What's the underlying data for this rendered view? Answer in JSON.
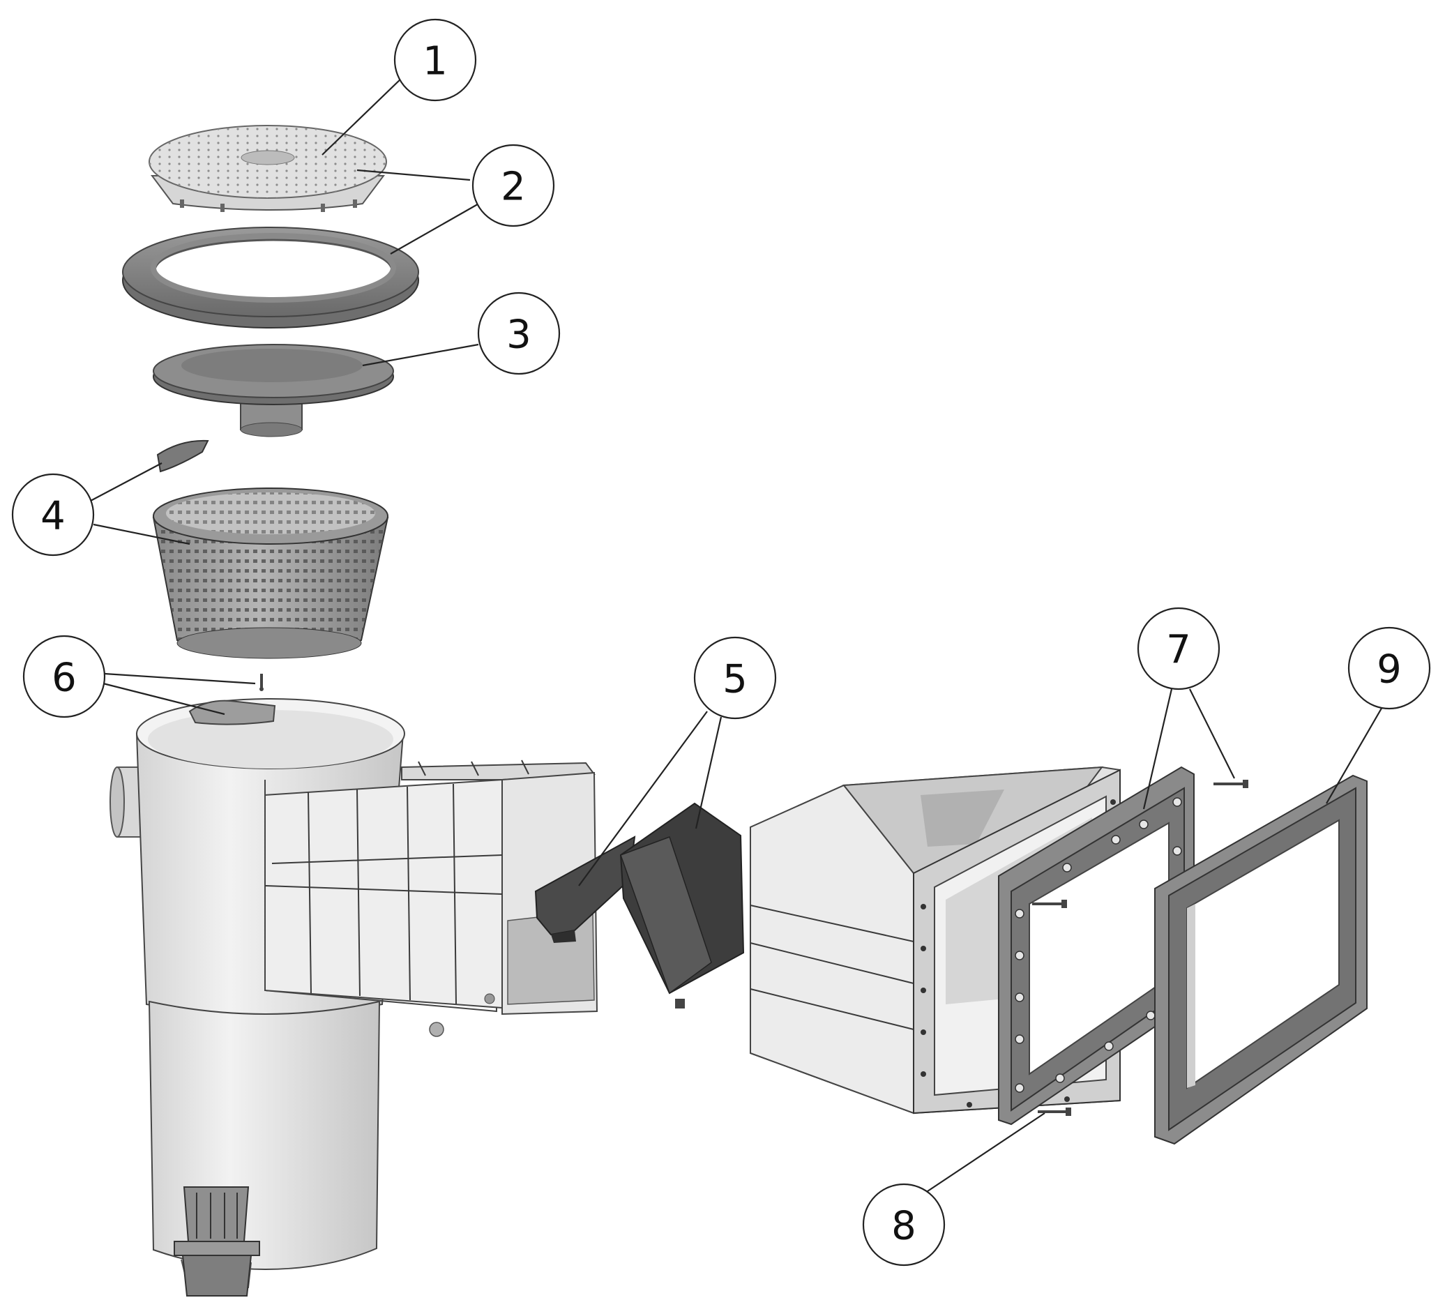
{
  "callouts": [
    {
      "id": "1",
      "label": "1"
    },
    {
      "id": "2",
      "label": "2"
    },
    {
      "id": "3",
      "label": "3"
    },
    {
      "id": "4",
      "label": "4"
    },
    {
      "id": "5",
      "label": "5"
    },
    {
      "id": "6",
      "label": "6"
    },
    {
      "id": "7",
      "label": "7"
    },
    {
      "id": "8",
      "label": "8"
    },
    {
      "id": "9",
      "label": "9"
    }
  ],
  "colors": {
    "background": "#ffffff",
    "light_gray": "#e4e4e4",
    "mid_gray": "#a8a8a8",
    "dark_gray": "#5a5a5a",
    "flap_dark": "#3c3c3c",
    "outline": "#333333"
  }
}
